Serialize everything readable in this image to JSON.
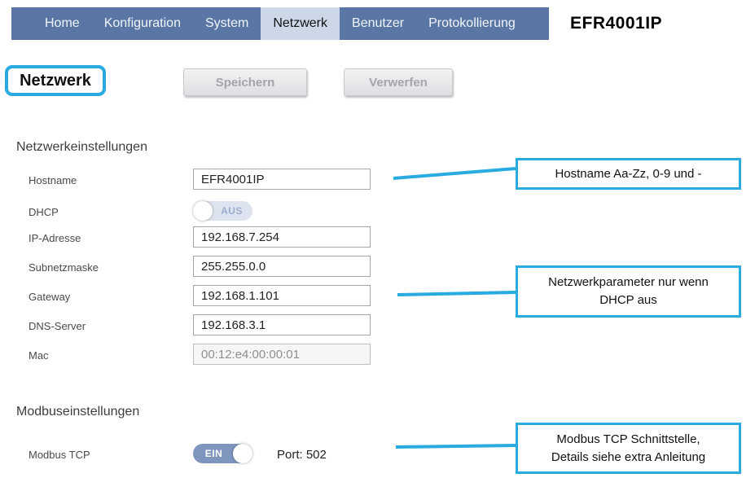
{
  "app": {
    "title": "EFR4001IP"
  },
  "nav": {
    "items": [
      {
        "label": "Home",
        "active": false
      },
      {
        "label": "Konfiguration",
        "active": false
      },
      {
        "label": "System",
        "active": false
      },
      {
        "label": "Netzwerk",
        "active": true
      },
      {
        "label": "Benutzer",
        "active": false
      },
      {
        "label": "Protokollierung",
        "active": false
      }
    ]
  },
  "page": {
    "heading": "Netzwerk"
  },
  "toolbar": {
    "save_label": "Speichern",
    "discard_label": "Verwerfen"
  },
  "network_section": {
    "title": "Netzwerkeinstellungen",
    "hostname": {
      "label": "Hostname",
      "value": "EFR4001IP"
    },
    "dhcp": {
      "label": "DHCP",
      "state": "AUS",
      "enabled": false
    },
    "ip": {
      "label": "IP-Adresse",
      "value": "192.168.7.254"
    },
    "subnet": {
      "label": "Subnetzmaske",
      "value": "255.255.0.0"
    },
    "gateway": {
      "label": "Gateway",
      "value": "192.168.1.101"
    },
    "dns": {
      "label": "DNS-Server",
      "value": "192.168.3.1"
    },
    "mac": {
      "label": "Mac",
      "value": "00:12:e4:00:00:01",
      "readonly": true
    }
  },
  "modbus_section": {
    "title": "Modbuseinstellungen",
    "modbus_tcp": {
      "label": "Modbus TCP",
      "state": "EIN",
      "enabled": true,
      "port_label": "Port: 502"
    }
  },
  "callouts": [
    {
      "text": "Hostname Aa-Zz, 0-9 und -"
    },
    {
      "text": "Netzwerkparameter nur wenn\nDHCP aus"
    },
    {
      "text": "Modbus TCP Schnittstelle,\nDetails siehe extra Anleitung"
    }
  ],
  "colors": {
    "nav_background": "#5a76a4",
    "nav_active_background": "#ccd8e8",
    "annotation_accent": "#29abe2",
    "toggle_on": "#7e96be",
    "toggle_off": "#dde4ef"
  }
}
